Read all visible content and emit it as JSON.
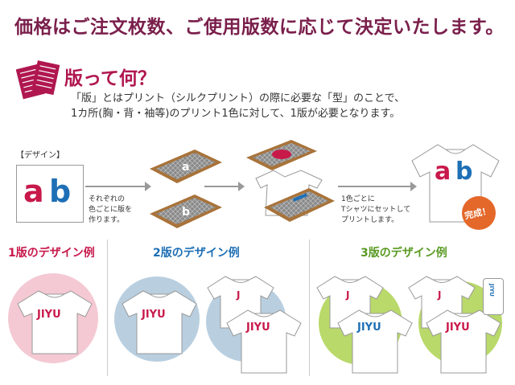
{
  "headline": "価格はご注文枚数、ご使用版数に応じて決定いたします。",
  "section_title": "版って何？",
  "description": {
    "line1": "「版」とはプリント（シルクプリント）の際に必要な「型」のことで、",
    "line2": "1カ所(胸・背・袖等)のプリント1色に対して、1版が必要となります。"
  },
  "process": {
    "design_label": "【デザイン】",
    "design_text_a": "a",
    "design_text_b": "b",
    "step1_caption": [
      "それぞれの",
      "色ごとに版を",
      "作ります。"
    ],
    "step3_caption": [
      "1色ごとに",
      "Tシャツにセットして",
      "プリントします。"
    ],
    "done_badge": "完成！"
  },
  "examples": [
    {
      "title": "1版のデザイン例",
      "color": "#c8194b",
      "shirt_text": "JIYU"
    },
    {
      "title": "2版のデザイン例",
      "color": "#1e6fb5",
      "shirt_text": "JIYU",
      "small_text": "J"
    },
    {
      "title": "3版のデザイン例",
      "color": "#5a9a24",
      "shirt_text": "JIYU",
      "small_text": "J",
      "sleeve_text": "JIYU"
    }
  ],
  "colors": {
    "brand": "#7a1f4b",
    "red": "#c8194b",
    "blue": "#1e6fb5",
    "green": "#8dc63f",
    "pink_bg": "#f4c9d3",
    "blue_bg": "#b9cfe0",
    "green_bg": "#b9d96a",
    "frame": "#a8733a",
    "done": "#e4682a"
  }
}
